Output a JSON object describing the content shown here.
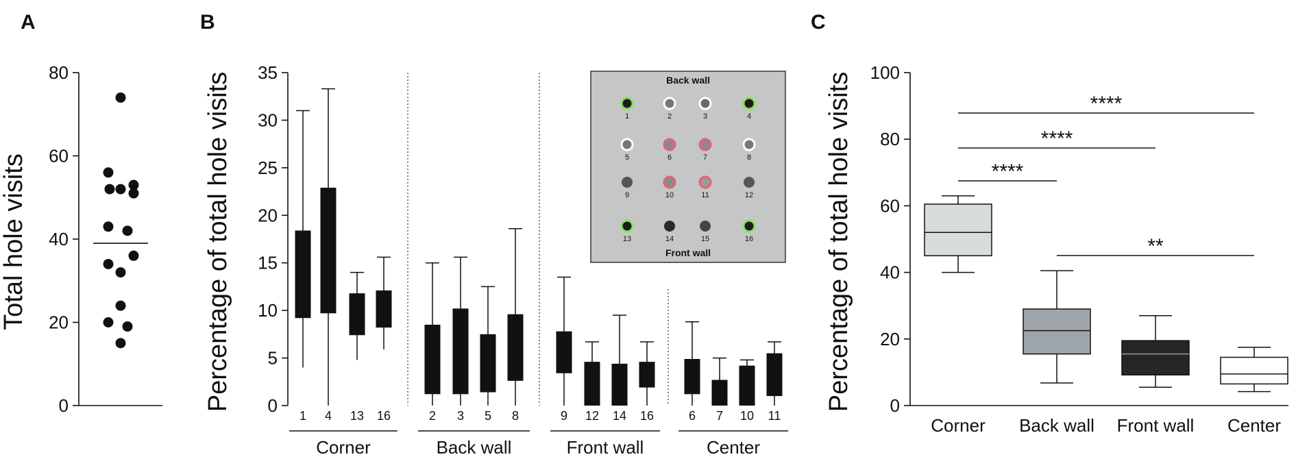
{
  "chart_data": [
    {
      "panel": "A",
      "type": "scatter",
      "ylabel": "Total hole visits",
      "ylim": [
        0,
        80
      ],
      "yticks": [
        0,
        20,
        40,
        60,
        80
      ],
      "values": [
        74,
        56,
        53,
        52,
        52,
        51,
        43,
        42,
        36,
        34,
        32,
        24,
        20,
        19,
        15
      ],
      "mean": 39
    },
    {
      "panel": "B",
      "type": "box",
      "ylabel": "Percentage of total hole visits",
      "ylim": [
        0,
        35
      ],
      "yticks": [
        0,
        5,
        10,
        15,
        20,
        25,
        30,
        35
      ],
      "groups": [
        {
          "name": "Corner",
          "holes": [
            {
              "label": "1",
              "min": 4.0,
              "q1": 9.2,
              "q3": 18.4,
              "max": 31.0
            },
            {
              "label": "4",
              "min": 0.0,
              "q1": 9.7,
              "q3": 22.9,
              "max": 33.3
            },
            {
              "label": "13",
              "min": 4.8,
              "q1": 7.4,
              "q3": 11.8,
              "max": 14.0
            },
            {
              "label": "16",
              "min": 5.9,
              "q1": 8.2,
              "q3": 12.1,
              "max": 15.6
            }
          ]
        },
        {
          "name": "Back wall",
          "holes": [
            {
              "label": "2",
              "min": 0.0,
              "q1": 1.2,
              "q3": 8.5,
              "max": 15.0
            },
            {
              "label": "3",
              "min": 0.0,
              "q1": 1.2,
              "q3": 10.2,
              "max": 15.6
            },
            {
              "label": "5",
              "min": 0.0,
              "q1": 1.4,
              "q3": 7.5,
              "max": 12.5
            },
            {
              "label": "8",
              "min": 0.0,
              "q1": 2.6,
              "q3": 9.6,
              "max": 18.6
            }
          ]
        },
        {
          "name": "Front wall",
          "holes": [
            {
              "label": "9",
              "min": 0.0,
              "q1": 3.4,
              "q3": 7.8,
              "max": 13.5
            },
            {
              "label": "12",
              "min": 0.0,
              "q1": 0.0,
              "q3": 4.6,
              "max": 6.7
            },
            {
              "label": "14",
              "min": 0.0,
              "q1": 0.0,
              "q3": 4.4,
              "max": 9.5
            },
            {
              "label": "16",
              "min": 0.0,
              "q1": 1.9,
              "q3": 4.6,
              "max": 6.7
            }
          ]
        },
        {
          "name": "Center",
          "holes": [
            {
              "label": "6",
              "min": 0.0,
              "q1": 1.2,
              "q3": 4.9,
              "max": 8.8
            },
            {
              "label": "7",
              "min": 0.0,
              "q1": 0.0,
              "q3": 2.7,
              "max": 5.0
            },
            {
              "label": "10",
              "min": 0.0,
              "q1": 0.0,
              "q3": 4.2,
              "max": 4.8
            },
            {
              "label": "11",
              "min": 0.0,
              "q1": 1.0,
              "q3": 5.5,
              "max": 6.7
            }
          ]
        }
      ],
      "inset": {
        "top_label": "Back wall",
        "bottom_label": "Front wall",
        "holes": [
          {
            "n": "1",
            "ring": "#8be05a",
            "fill": "#1c1c1c"
          },
          {
            "n": "2",
            "ring": "#ffffff",
            "fill": "#777777"
          },
          {
            "n": "3",
            "ring": "#ffffff",
            "fill": "#6a6a6a"
          },
          {
            "n": "4",
            "ring": "#8be05a",
            "fill": "#1c1c1c"
          },
          {
            "n": "5",
            "ring": "#ffffff",
            "fill": "#777777"
          },
          {
            "n": "6",
            "ring": "#e8607a",
            "fill": "#8a8a8a"
          },
          {
            "n": "7",
            "ring": "#e8607a",
            "fill": "#8a8a8a"
          },
          {
            "n": "8",
            "ring": "#ffffff",
            "fill": "#777777"
          },
          {
            "n": "9",
            "ring": "none",
            "fill": "#555555"
          },
          {
            "n": "10",
            "ring": "#e8607a",
            "fill": "#8a8a8a"
          },
          {
            "n": "11",
            "ring": "#e8607a",
            "fill": "#9a9a9a"
          },
          {
            "n": "12",
            "ring": "none",
            "fill": "#555555"
          },
          {
            "n": "13",
            "ring": "#8be05a",
            "fill": "#1c1c1c"
          },
          {
            "n": "14",
            "ring": "none",
            "fill": "#2a2a2a"
          },
          {
            "n": "15",
            "ring": "none",
            "fill": "#444444"
          },
          {
            "n": "16",
            "ring": "#8be05a",
            "fill": "#1c1c1c"
          }
        ]
      }
    },
    {
      "panel": "C",
      "type": "box",
      "ylabel": "Percentage of total hole visits",
      "ylim": [
        0,
        100
      ],
      "yticks": [
        0,
        20,
        40,
        60,
        80,
        100
      ],
      "boxes": [
        {
          "name": "Corner",
          "min": 40.0,
          "q1": 45.0,
          "median": 52.0,
          "q3": 60.5,
          "max": 63.0,
          "color": "#d9dcdc"
        },
        {
          "name": "Back wall",
          "min": 6.8,
          "q1": 15.5,
          "median": 22.5,
          "q3": 29.0,
          "max": 40.5,
          "color": "#9ea6ab"
        },
        {
          "name": "Front wall",
          "min": 5.5,
          "q1": 9.2,
          "median": 15.5,
          "q3": 19.5,
          "max": 27.0,
          "color": "#262626"
        },
        {
          "name": "Center",
          "min": 4.2,
          "q1": 6.5,
          "median": 9.5,
          "q3": 14.5,
          "max": 17.5,
          "color": "#ffffff"
        }
      ],
      "significance": [
        {
          "from": "Corner",
          "to": "Center",
          "label": "****"
        },
        {
          "from": "Corner",
          "to": "Front wall",
          "label": "****"
        },
        {
          "from": "Corner",
          "to": "Back wall",
          "label": "****"
        },
        {
          "from": "Back wall",
          "to": "Center",
          "label": "**"
        }
      ]
    }
  ]
}
